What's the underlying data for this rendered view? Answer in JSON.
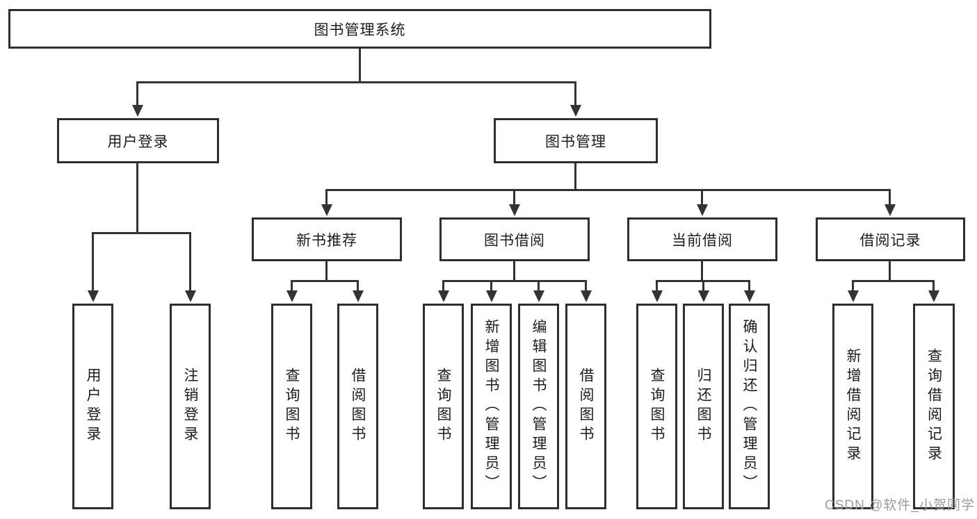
{
  "diagram_type": "functional-decomposition-tree",
  "colors": {
    "line": "#333333",
    "box_border": "#2e2e2e",
    "text": "#1c1c1c",
    "watermark": "#9c9c9c",
    "background": "#ffffff"
  },
  "tree": {
    "label": "图书管理系统",
    "children": [
      {
        "label": "用户登录",
        "children": [
          {
            "label": "用户登录"
          },
          {
            "label": "注销登录"
          }
        ]
      },
      {
        "label": "图书管理",
        "children": [
          {
            "label": "新书推荐",
            "children": [
              {
                "label": "查询图书"
              },
              {
                "label": "借阅图书"
              }
            ]
          },
          {
            "label": "图书借阅",
            "children": [
              {
                "label": "查询图书"
              },
              {
                "label": "新增图书（管理员）"
              },
              {
                "label": "编辑图书（管理员）"
              },
              {
                "label": "借阅图书"
              }
            ]
          },
          {
            "label": "当前借阅",
            "children": [
              {
                "label": "查询图书"
              },
              {
                "label": "归还图书"
              },
              {
                "label": "确认归还（管理员）"
              }
            ]
          },
          {
            "label": "借阅记录",
            "children": [
              {
                "label": "新增借阅记录"
              },
              {
                "label": "查询借阅记录"
              }
            ]
          }
        ]
      }
    ]
  },
  "watermark": {
    "text": "CSDN @软件_小贺同学"
  }
}
